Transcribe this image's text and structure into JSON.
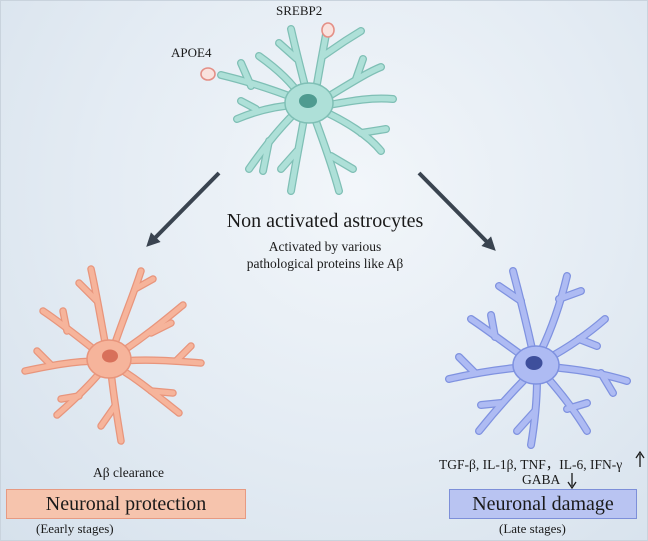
{
  "labels": {
    "srebp2": "SREBP2",
    "apoe4": "APOE4",
    "center_title": "Non activated astrocytes",
    "center_sub_1": "Activated by various",
    "center_sub_2": "pathological proteins like Aβ",
    "ab_clearance": "Aβ clearance",
    "cytokines": "TGF-β, IL-1β, TNF，IL-6, IFN-γ",
    "gaba": "GABA"
  },
  "boxes": {
    "protection": {
      "title": "Neuronal protection",
      "stage": "(Eearly stages)"
    },
    "damage": {
      "title": "Neuronal damage",
      "stage": "(Late stages)"
    }
  },
  "colors": {
    "teal_cell": "#aee0d8",
    "salmon_cell": "#f6b49b",
    "blue_cell": "#aebbf3",
    "protection_box": "#f6c4ad",
    "damage_box": "#b9c4f2",
    "arrow": "#3a4450"
  },
  "icons": [
    "up-arrow-icon",
    "down-arrow-icon",
    "receptor-icon"
  ]
}
